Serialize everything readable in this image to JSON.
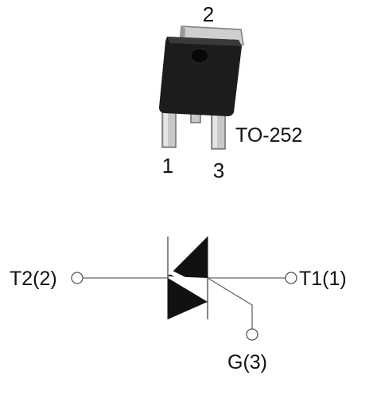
{
  "package": {
    "name": "TO-252",
    "pins": {
      "tab": "2",
      "left": "1",
      "right": "3"
    }
  },
  "symbol": {
    "terminal_t2": "T2(2)",
    "terminal_t1": "T1(1)",
    "gate": "G(3)"
  },
  "colors": {
    "body": "#1c1c1c",
    "metal": "#c9c9c9",
    "metal_edge": "#7d7d7d",
    "line": "#555555",
    "triangle": "#111111"
  }
}
